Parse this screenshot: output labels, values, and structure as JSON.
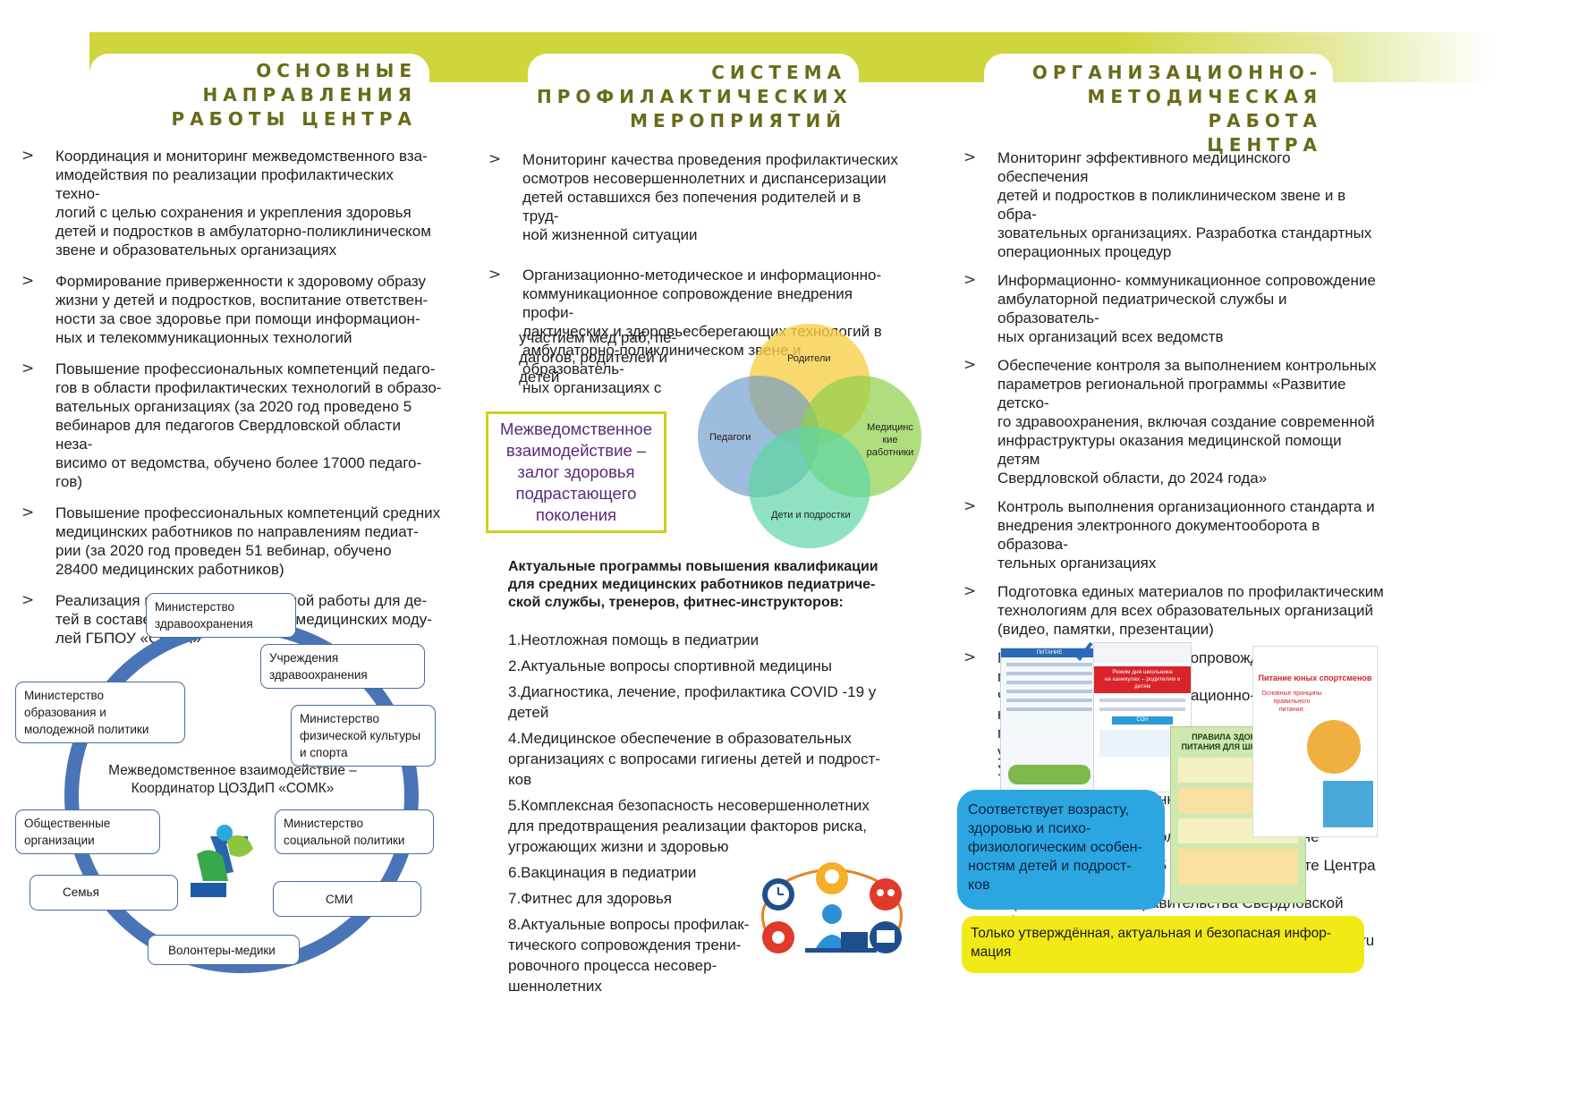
{
  "col1": {
    "heading_line1": "ОСНОВНЫЕ НАПРАВЛЕНИЯ",
    "heading_line2": "РАБОТЫ ЦЕНТРА",
    "bullets": [
      [
        "Координация и мониторинг межведомственного вза-",
        "имодействия по реализации профилактических техно-",
        "логий с целью сохранения и укрепления здоровья",
        "детей и подростков в амбулаторно-поликлиническом",
        "звене и образовательных организациях"
      ],
      [
        "Формирование приверженности к здоровому образу",
        "жизни у детей и подростков, воспитание ответствен-",
        "ности за свое здоровье при помощи информацион-",
        "ных и телекоммуникационных технологий"
      ],
      [
        "Повышение профессиональных компетенций педаго-",
        "гов в области профилактических технологий в образо-",
        "вательных организациях (за 2020 год проведено 5",
        "вебинаров для педагогов Свердловской области неза-",
        "висимо от ведомства, обучено более 17000 педаго-",
        "гов)"
      ],
      [
        "Повышение профессиональных компетенций средних",
        "медицинских работников по направлениям педиат-",
        "рии (за 2020 год  проведен 51 вебинар, обучено",
        "28400 медицинских работников)"
      ],
      [
        "Реализация приоритетной выездной работы для де-",
        "тей в составе Центра мобильных медицинских моду-",
        "лей ГБПОУ «СОМК»"
      ]
    ],
    "ring_boxes": {
      "health_ministry": [
        "Министерство",
        "здравоохранения"
      ],
      "health_institutions": [
        "Учреждения",
        "здравоохранения"
      ],
      "education_ministry": [
        "Министерство",
        "образования и",
        "молодежной политики"
      ],
      "sport_ministry": [
        "Министерство",
        "физической культуры",
        "и спорта"
      ],
      "public_orgs": [
        "Общественные",
        "организации"
      ],
      "social_ministry": [
        "Министерство",
        "социальной политики"
      ],
      "family": [
        "Семья"
      ],
      "media": [
        "СМИ"
      ],
      "volunteers": [
        "Волонтеры-медики"
      ]
    },
    "ring_center_line1": "Межведомственное взаимодействие –",
    "ring_center_line2": "Координатор ЦОЗДиП «СОМК»"
  },
  "col2": {
    "heading_line1": "СИСТЕМА",
    "heading_line2": "ПРОФИЛАКТИЧЕСКИХ",
    "heading_line3": "МЕРОПРИЯТИЙ",
    "bullet1": [
      "Мониторинг качества проведения профилактических",
      "осмотров несовершеннолетних  и диспансеризации",
      "детей оставшихся без попечения родителей и в труд-",
      "ной жизненной ситуации"
    ],
    "bullet2": [
      "Организационно-методическое и информационно-",
      "коммуникационное сопровождение внедрения профи-",
      "лактических и здоровьесберегающих технологий в",
      "амбулаторно-поликлиническом звене и образователь-",
      "ных организациях с"
    ],
    "bullet2_cont": [
      "участием мед раб, пе-",
      "дагогов, родителей и",
      "детей"
    ],
    "venn": {
      "parents": "Родители",
      "teachers": "Педагоги",
      "medics_line1": "Медицинс",
      "medics_line2": "кие",
      "medics_line3": "работники",
      "children": "Дети и подростки"
    },
    "motto": [
      "Межведомственное",
      "взаимодействие –",
      "залог здоровья",
      "подрастающего",
      "поколения"
    ],
    "programs_heading": [
      "Актуальные программы повышения квалификации",
      "для средних медицинских работников педиатриче-",
      "ской службы, тренеров, фитнес-инструкторов:"
    ],
    "programs": [
      [
        "1.Неотложная помощь в педиатрии"
      ],
      [
        "2.Актуальные вопросы спортивной медицины"
      ],
      [
        "3.Диагностика, лечение, профилактика COVID -19 у",
        "детей"
      ],
      [
        "4.Медицинское обеспечение в образовательных",
        "организациях с вопросами гигиены детей и подрост-",
        "ков"
      ],
      [
        "5.Комплексная безопасность несовершеннолетних",
        "для предотвращения реализации факторов риска,",
        "угрожающих жизни и здоровью"
      ],
      [
        "6.Вакцинация в педиатрии"
      ],
      [
        "7.Фитнес для здоровья"
      ],
      [
        "8.Актуальные вопросы профилак-",
        "тического сопровождения трени-",
        "ровочного процесса несовер-",
        "шеннолетних"
      ]
    ]
  },
  "col3": {
    "heading_line1": "ОРГАНИЗАЦИОННО-",
    "heading_line2": "МЕТОДИЧЕСКАЯ РАБОТА",
    "heading_line3": "ЦЕНТРА",
    "bullets": [
      [
        "Мониторинг эффективного медицинского обеспечения",
        "детей и подростков в поликлиническом звене и в обра-",
        "зовательных организациях. Разработка стандартных",
        "операционных процедур"
      ],
      [
        "Информационно- коммуникационное сопровождение",
        "амбулаторной педиатрической службы и образователь-",
        "ных организаций всех ведомств"
      ],
      [
        "Обеспечение контроля за выполнением контрольных",
        "параметров региональной программы «Развитие детско-",
        "го здравоохранения, включая создание современной",
        "инфраструктуры оказания медицинской помощи детям",
        "Свердловской области, до 2024 года»"
      ],
      [
        "Контроль выполнения организационного стандарта и",
        "внедрения электронного документооборота в образова-",
        "тельных организациях"
      ],
      [
        "Подготовка единых материалов по профилактическим",
        "технологиям для всех образовательных организаций",
        "(видео, памятки, презентации)"
      ],
      [
        "Мониторинг разработки и сопровождения профилакти-",
        "ческих программ и информационно-коммуникационных",
        "планов в образовательных организациях, утверждённых",
        "Управлением образования и Администрацией ГО"
      ],
      [
        "Разработка инновационно-организационных форм рабо-",
        "ты для реализации в поликлиническом звене"
      ],
      [
        "Представлено более 15 публикаций о работе Центра на",
        "порталах и сайтах Правительства Свердловской области",
        "и РФ, МЗРФ и МЗСО, а также в сети Интернет mail.ru"
      ]
    ],
    "poster1": {
      "title": "ПИТАНИЕ"
    },
    "poster2": {
      "banner_line1": "Режим дня школьника",
      "banner_line2": "на каникулах – родителям и детям",
      "sub": "СОН"
    },
    "poster3": {
      "title_line1": "ПРАВИЛА ЗДОРОВОГО",
      "title_line2": "ПИТАНИЯ ДЛЯ ШКОЛЬНИКА"
    },
    "poster4": {
      "title": "Питание юных спортсменов",
      "sub_line1": "Основные принципы",
      "sub_line2": "правильного питания:"
    },
    "blue_box": [
      "Соответствует возрасту,",
      "здоровью и психо-",
      "физиологическим особен-",
      "ностям детей и подрост-",
      "ков"
    ],
    "yellow_box": [
      "Только утверждённая, актуальная и  безопасная инфор-",
      "мация"
    ]
  },
  "colors": {
    "band": "#cfd63c",
    "heading": "#6a6b1a",
    "ring": "#4a74b8",
    "motto_border": "#d6cc1a",
    "motto_text": "#5a2a7a",
    "blue_box": "#2ca6e0",
    "yellow_box": "#f2ea16"
  }
}
